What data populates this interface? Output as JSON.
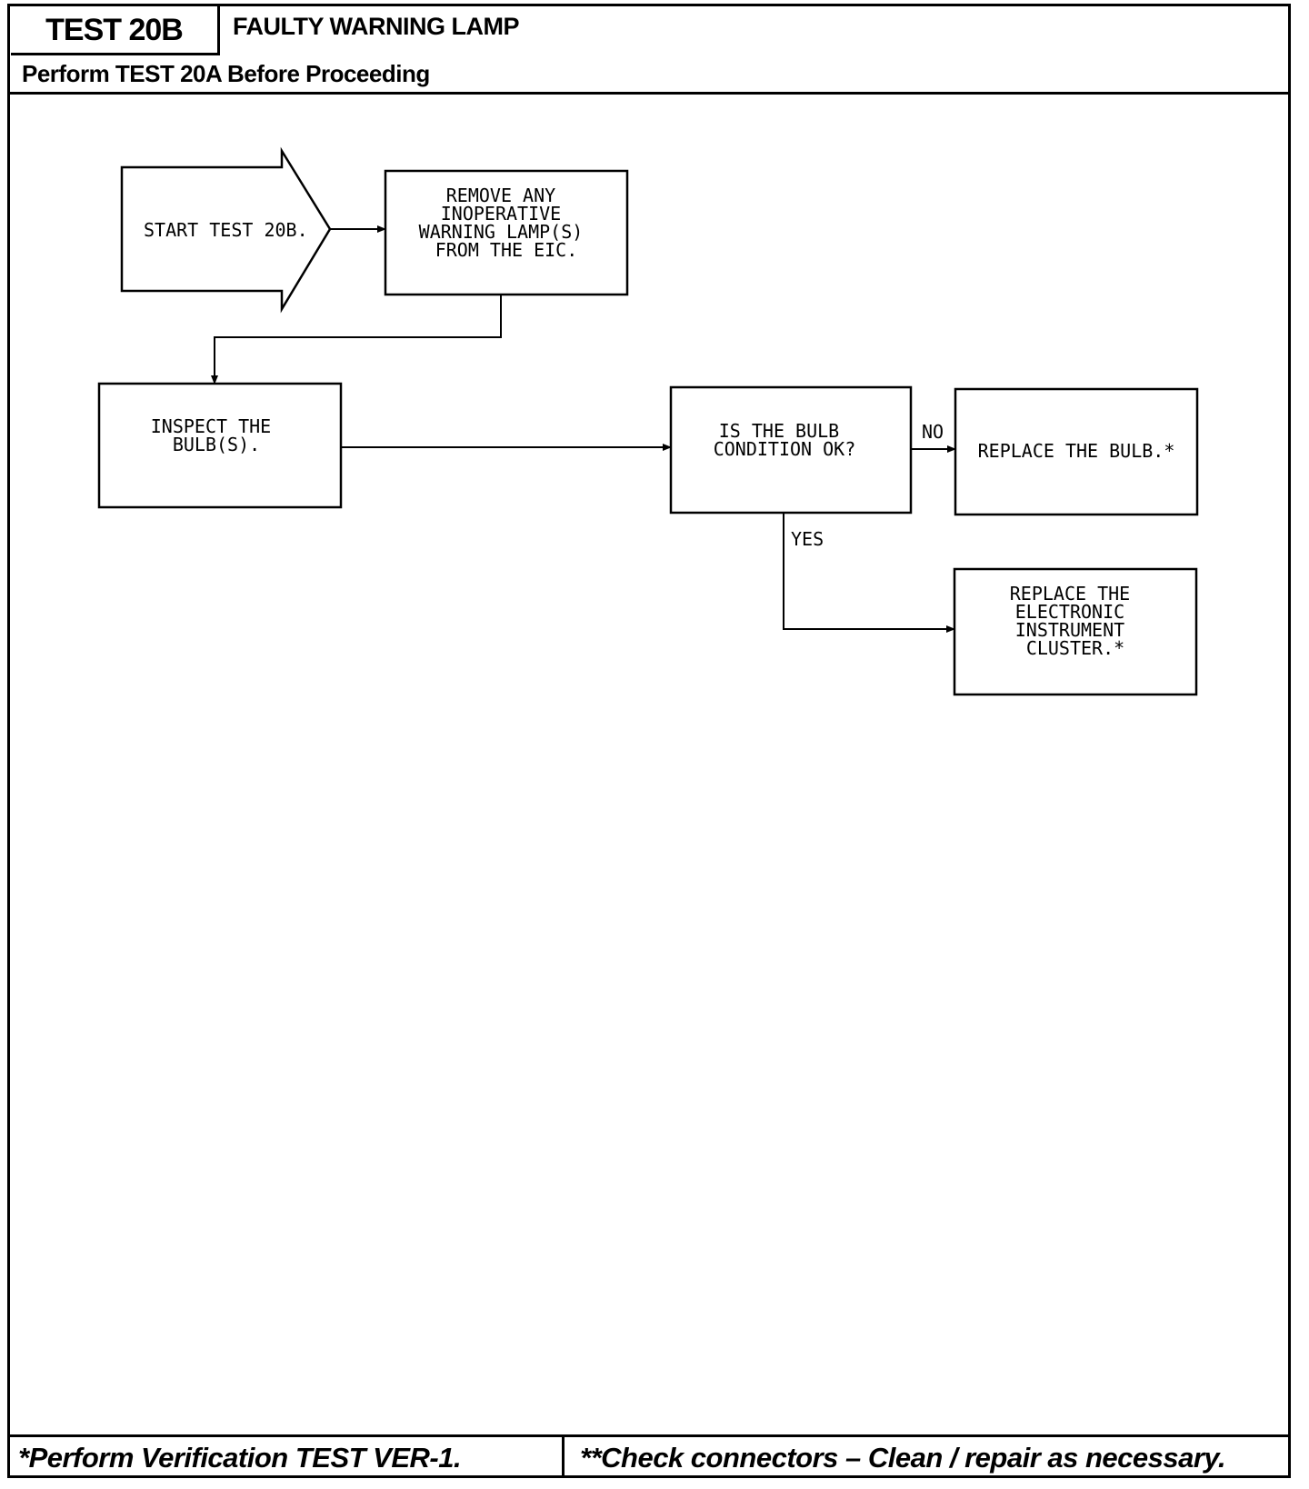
{
  "header": {
    "test_id": "TEST 20B",
    "title": "FAULTY WARNING LAMP",
    "subtitle": "Perform TEST 20A Before Proceeding"
  },
  "flowchart": {
    "start": "START TEST 20B.",
    "remove": [
      "REMOVE ANY",
      "INOPERATIVE",
      "WARNING LAMP(S)",
      "FROM THE EIC."
    ],
    "inspect": [
      "INSPECT THE",
      "BULB(S)."
    ],
    "decision": [
      "IS THE BULB",
      "CONDITION OK?"
    ],
    "replace_bulb": "REPLACE THE BULB.*",
    "replace_cluster": [
      "REPLACE THE",
      "ELECTRONIC",
      "INSTRUMENT",
      "CLUSTER.*"
    ],
    "label_no": "NO",
    "label_yes": "YES"
  },
  "footer": {
    "left": "*Perform Verification TEST VER-1.",
    "right": "**Check connectors – Clean / repair as necessary."
  }
}
